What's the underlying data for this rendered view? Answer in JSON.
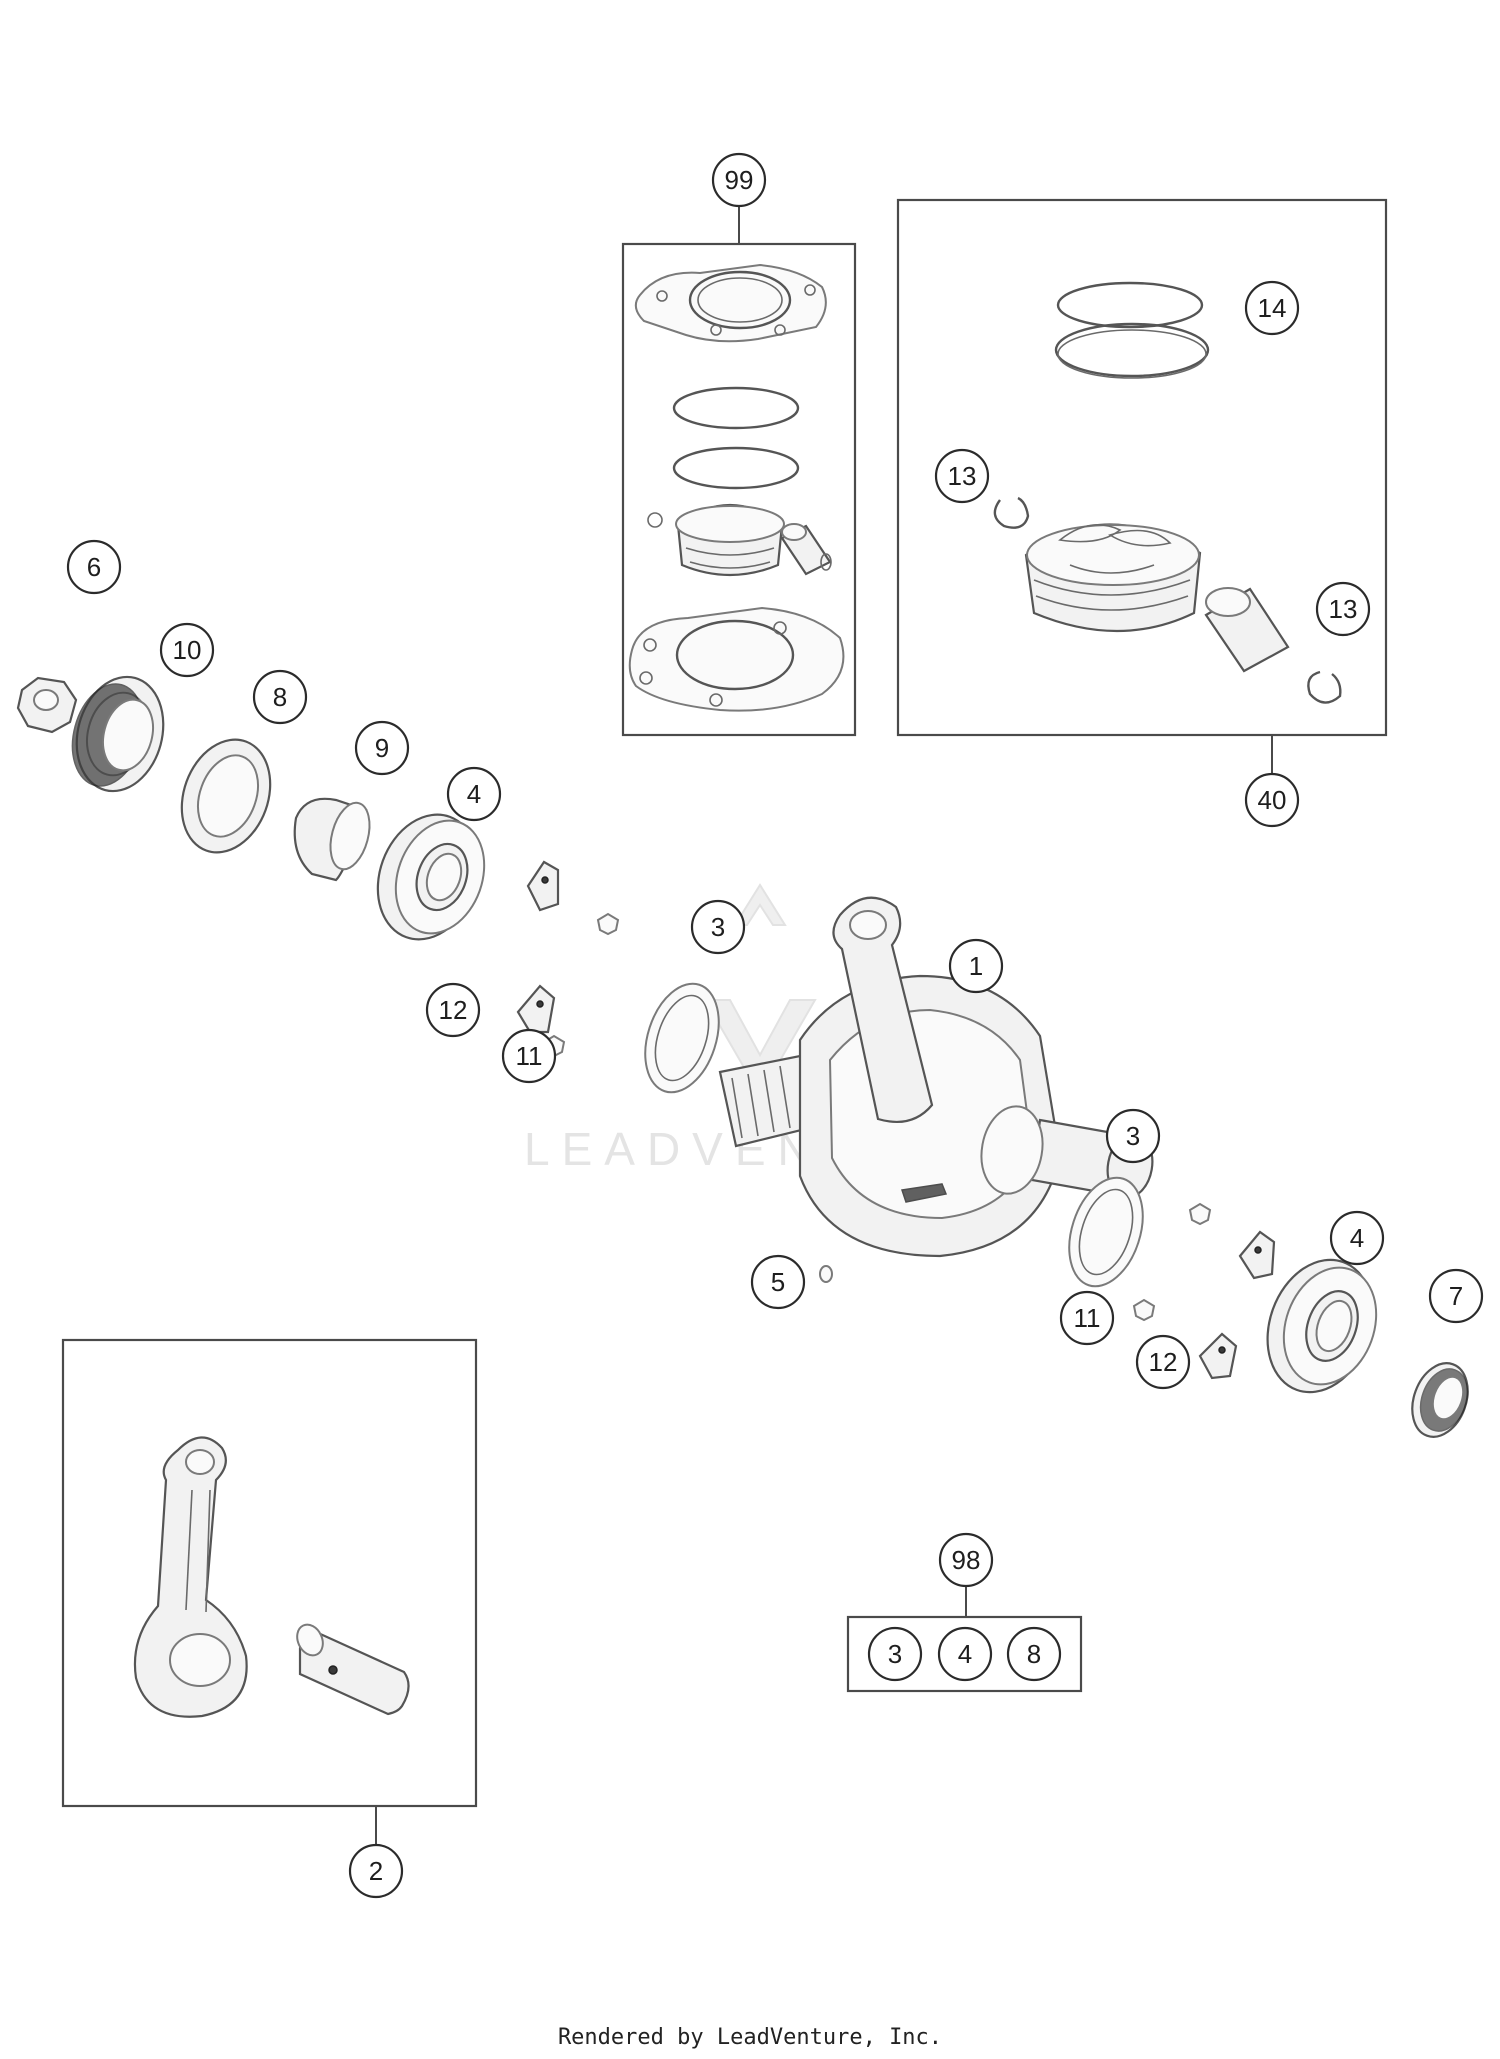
{
  "watermark": "LEADVENTURE",
  "footer": "Rendered by LeadVenture, Inc.",
  "callouts": {
    "c1": "1",
    "c2": "2",
    "c3a": "3",
    "c3b": "3",
    "c4a": "4",
    "c4b": "4",
    "c5": "5",
    "c6": "6",
    "c7": "7",
    "c8": "8",
    "c9": "9",
    "c10": "10",
    "c11a": "11",
    "c11b": "11",
    "c12a": "12",
    "c12b": "12",
    "c13a": "13",
    "c13b": "13",
    "c14": "14",
    "c40": "40",
    "c98": "98",
    "c99": "99",
    "kit98": [
      "3",
      "4",
      "8"
    ]
  }
}
